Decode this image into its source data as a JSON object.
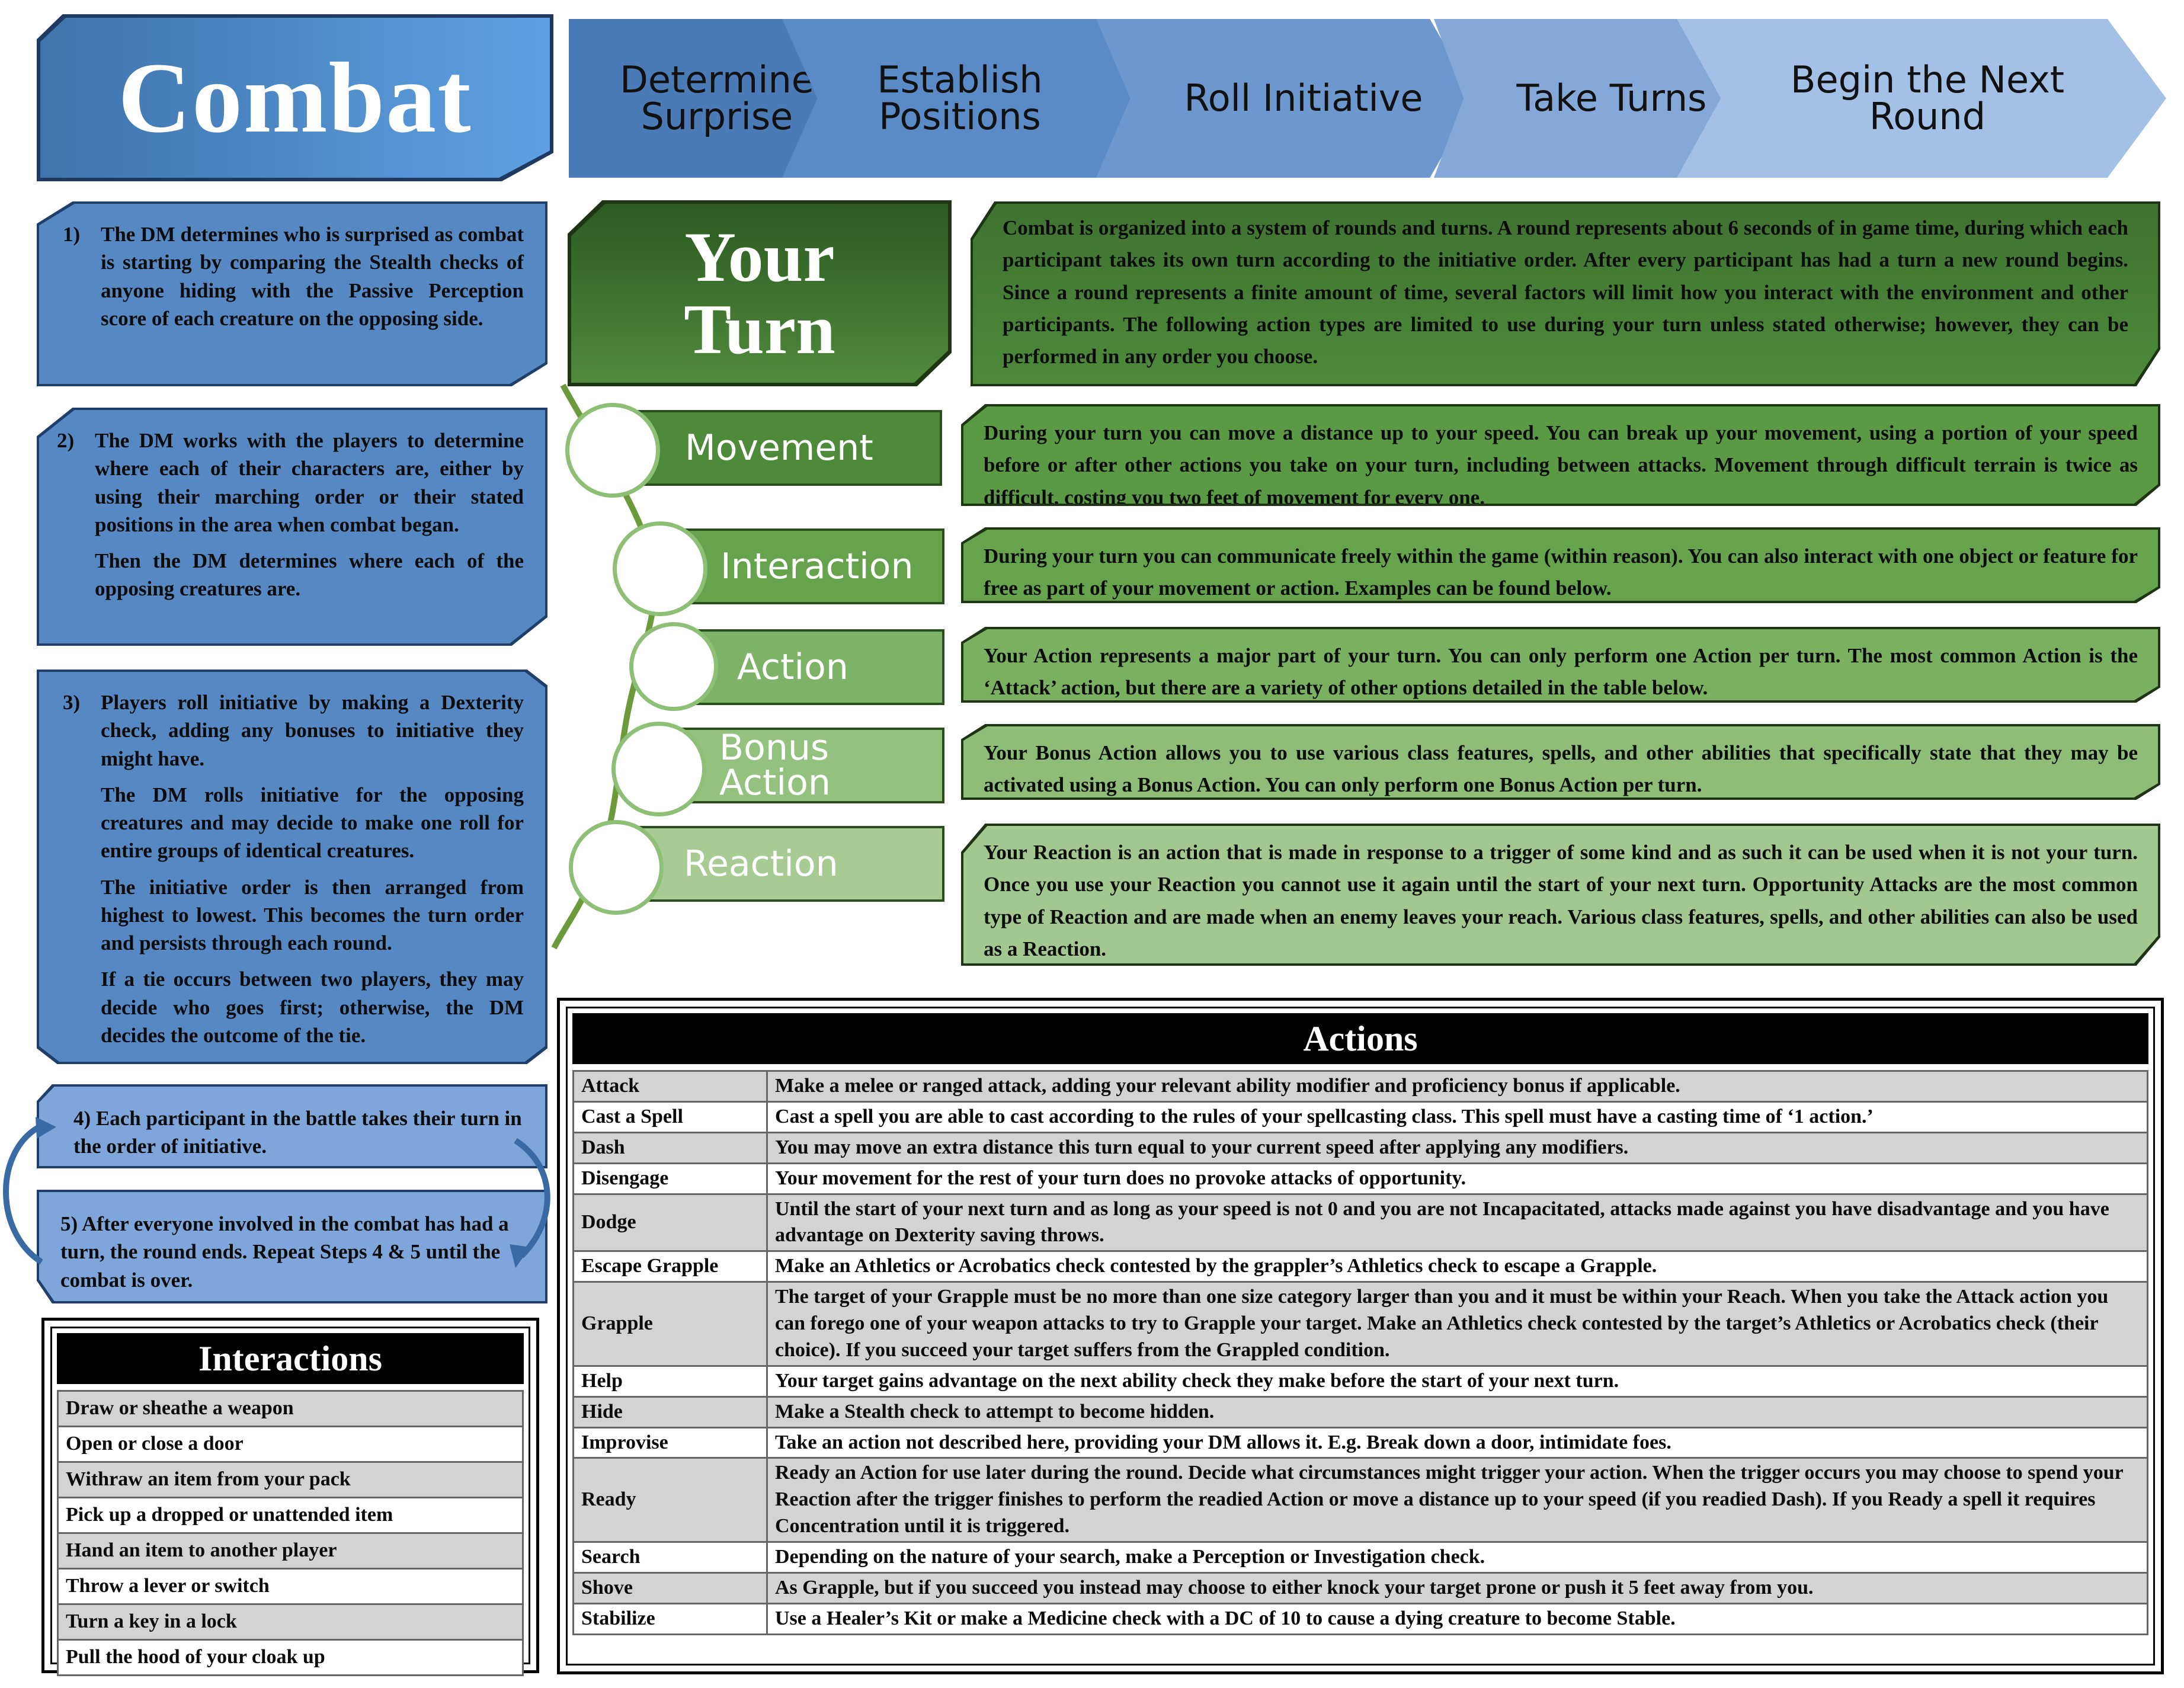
{
  "title": "Combat",
  "steps_bar": [
    "Determine\nSurprise",
    "Establish\nPositions",
    "Roll Initiative",
    "Take Turns",
    "Begin the Next\nRound"
  ],
  "steps": {
    "s1": [
      "The DM determines who is surprised as combat is starting by comparing the Stealth checks of anyone hiding with the Passive Perception score of each creature on the opposing side."
    ],
    "s2": [
      "The DM works with the players to determine where each of their characters are, either by using their marching order or their stated positions in the area when combat began.",
      "Then the DM determines where each of the opposing creatures are."
    ],
    "s3": [
      "Players roll initiative by making a Dexterity check, adding any bonuses to initiative they might have.",
      "The DM rolls initiative for the opposing creatures and may decide to make one roll for entire groups of identical creatures.",
      "The initiative order is then arranged from highest to lowest. This becomes the turn order and persists through each round.",
      "If a tie occurs between two players, they may decide who goes first; otherwise, the DM decides the outcome of the tie."
    ],
    "s4": "4) Each participant in the battle takes their turn in the order of initiative.",
    "s5": "5) After everyone involved in the combat has had a turn, the round ends. Repeat Steps 4 & 5 until the combat is over.",
    "n1": "1)",
    "n2": "2)",
    "n3": "3)"
  },
  "your_turn": {
    "line1": "Your",
    "line2": "Turn"
  },
  "intro": "Combat is organized into a system of rounds and turns. A round represents about 6 seconds of in game time, during which each participant takes its own turn according to the initiative order. After every participant has had a turn a new round begins. Since a round represents a finite amount of time, several factors will limit how you interact with the environment and other participants. The following action types are limited to use during your turn unless stated otherwise; however, they can be performed in any order you choose.",
  "turn_parts": [
    {
      "label": "Movement",
      "text": " During your turn you can move a distance up to your speed. You can break up your movement, using a portion of your speed before or after other actions you take on your turn, including between attacks. Movement through difficult terrain is twice as difficult, costing you two feet of movement for every one."
    },
    {
      "label": "Interaction",
      "text": "During your turn you can communicate freely within the game (within reason). You can also interact with one object or feature for free as part of your movement or action. Examples can be found below."
    },
    {
      "label": "Action",
      "text": "Your Action represents a major part of your turn. You can only perform one Action per turn. The most common Action is the ‘Attack’ action, but there are a variety of other options detailed in the table below."
    },
    {
      "label": "Bonus\nAction",
      "text": "Your Bonus Action allows you to use various class features, spells, and other abilities that specifically state that they may be activated using a Bonus Action.  You can only perform one Bonus Action per turn."
    },
    {
      "label": "Reaction",
      "text": "Your Reaction is an action that is made in response to a trigger of some kind and as such it can be used when it is not your turn. Once you use your Reaction you cannot use it again until the start of your next turn. Opportunity Attacks are the most common type of Reaction and are made when an enemy leaves your reach. Various class features, spells, and other abilities can also be used as a Reaction."
    }
  ],
  "interactions": {
    "title": "Interactions",
    "items": [
      "Draw or sheathe a weapon",
      "Open or close a door",
      "Withraw an item from your pack",
      "Pick up a dropped or unattended item",
      "Hand an item to another player",
      "Throw a lever or switch",
      "Turn a key in a lock",
      "Pull the hood of your cloak up"
    ]
  },
  "actions": {
    "title": "Actions",
    "rows": [
      [
        "Attack",
        "Make a melee or ranged attack, adding your relevant ability modifier and proficiency bonus if applicable."
      ],
      [
        "Cast a Spell",
        "Cast a spell you are able to cast according to the rules of your spellcasting class. This spell must have a casting time of ‘1 action.’"
      ],
      [
        "Dash",
        "You may move an extra distance this turn equal to your current speed after applying any modifiers."
      ],
      [
        "Disengage",
        "Your movement for the rest of your turn does no provoke attacks of opportunity."
      ],
      [
        "Dodge",
        "Until the start of your next turn and as long as your speed is not 0 and you are not Incapacitated, attacks made against you have disadvantage and you have advantage on Dexterity saving throws."
      ],
      [
        "Escape Grapple",
        "Make an Athletics or Acrobatics check contested by the grappler’s Athletics check to escape a Grapple."
      ],
      [
        "Grapple",
        "The target of your Grapple must be no more than one size category larger than you and it must be within your Reach. When you take the Attack action you can forego one of your weapon attacks to try to Grapple your target. Make an Athletics check contested by the target’s Athletics or Acrobatics check (their choice). If you succeed your target suffers from the Grappled condition."
      ],
      [
        "Help",
        "Your target gains advantage on the next ability check they make before the start of your next turn."
      ],
      [
        "Hide",
        "Make a Stealth check to attempt to become hidden."
      ],
      [
        "Improvise",
        "Take an action not described here, providing your DM allows it. E.g. Break down a door, intimidate foes."
      ],
      [
        "Ready",
        "Ready an Action for use later during the round. Decide what circumstances might trigger your action. When the trigger occurs you may choose to spend your Reaction after the trigger finishes to perform the readied Action or move a distance up to your speed (if you readied Dash). If you Ready a spell it requires Concentration until it is triggered."
      ],
      [
        "Search",
        "Depending on the nature of your search, make a Perception or Investigation check."
      ],
      [
        "Shove",
        "As Grapple, but if you succeed you instead may choose to either knock your target prone or push it 5 feet away from you."
      ],
      [
        "Stabilize",
        "Use a Healer’s Kit or make a Medicine check with a DC of 10 to cause a dying creature to become Stable."
      ]
    ]
  },
  "colors": {
    "blue_dark": "#3f74ac",
    "blue_light": "#9dbbe2",
    "green_dark": "#2c5a21",
    "green_mid": "#5f9e45",
    "green_light": "#a8cb94"
  }
}
